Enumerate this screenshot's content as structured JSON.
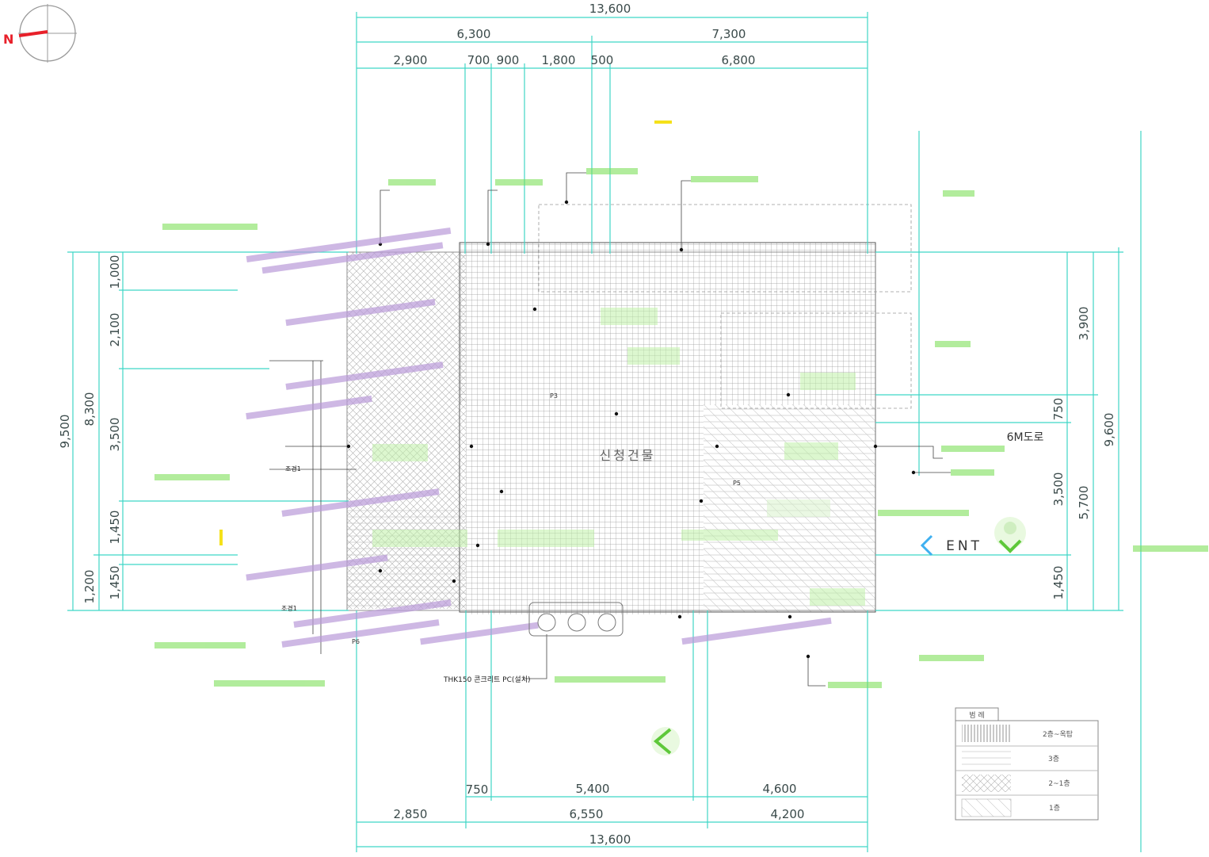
{
  "dims": {
    "top_total": "13,600",
    "top_a": "6,300",
    "top_b": "7,300",
    "top_c1": "2,900",
    "top_c2": "700",
    "top_c3": "900",
    "top_c4": "1,800",
    "top_c5": "500",
    "top_c6": "6,800",
    "bot_a1": "750",
    "bot_a2": "5,400",
    "bot_a3": "4,600",
    "bot_b1": "2,850",
    "bot_b2": "6,550",
    "bot_b3": "4,200",
    "bot_total": "13,600",
    "left_total": "9,500",
    "left_a": "8,300",
    "left_a2": "1,200",
    "left_b1": "1,000",
    "left_b2": "2,100",
    "left_b3": "3,500",
    "left_b4": "1,450",
    "left_b5": "1,450",
    "right_total": "9,600",
    "right_a1": "3,900",
    "right_a2": "5,700",
    "right_b1": "750",
    "right_b2": "3,500",
    "right_b3": "1,450"
  },
  "labels": {
    "building": "신청건물",
    "road": "6M도로",
    "entrance": "ENT",
    "compass": "N",
    "concrete": "THK150 콘크리트 PC(설치)",
    "p3": "P3",
    "p5": "P5",
    "p6": "P6",
    "jo1": "조경1",
    "jo2": "조경1"
  },
  "legend": {
    "title": "범 례",
    "rows": [
      "2층~옥탑",
      "3층",
      "2~1층",
      "1층"
    ]
  },
  "colors": {
    "dimension": "#3fd6c6",
    "annotation_purple": "#8a6bb0",
    "annotation_green": "#6fcf4a",
    "compass_red": "#e8202a",
    "yellow": "#f5e11a"
  }
}
